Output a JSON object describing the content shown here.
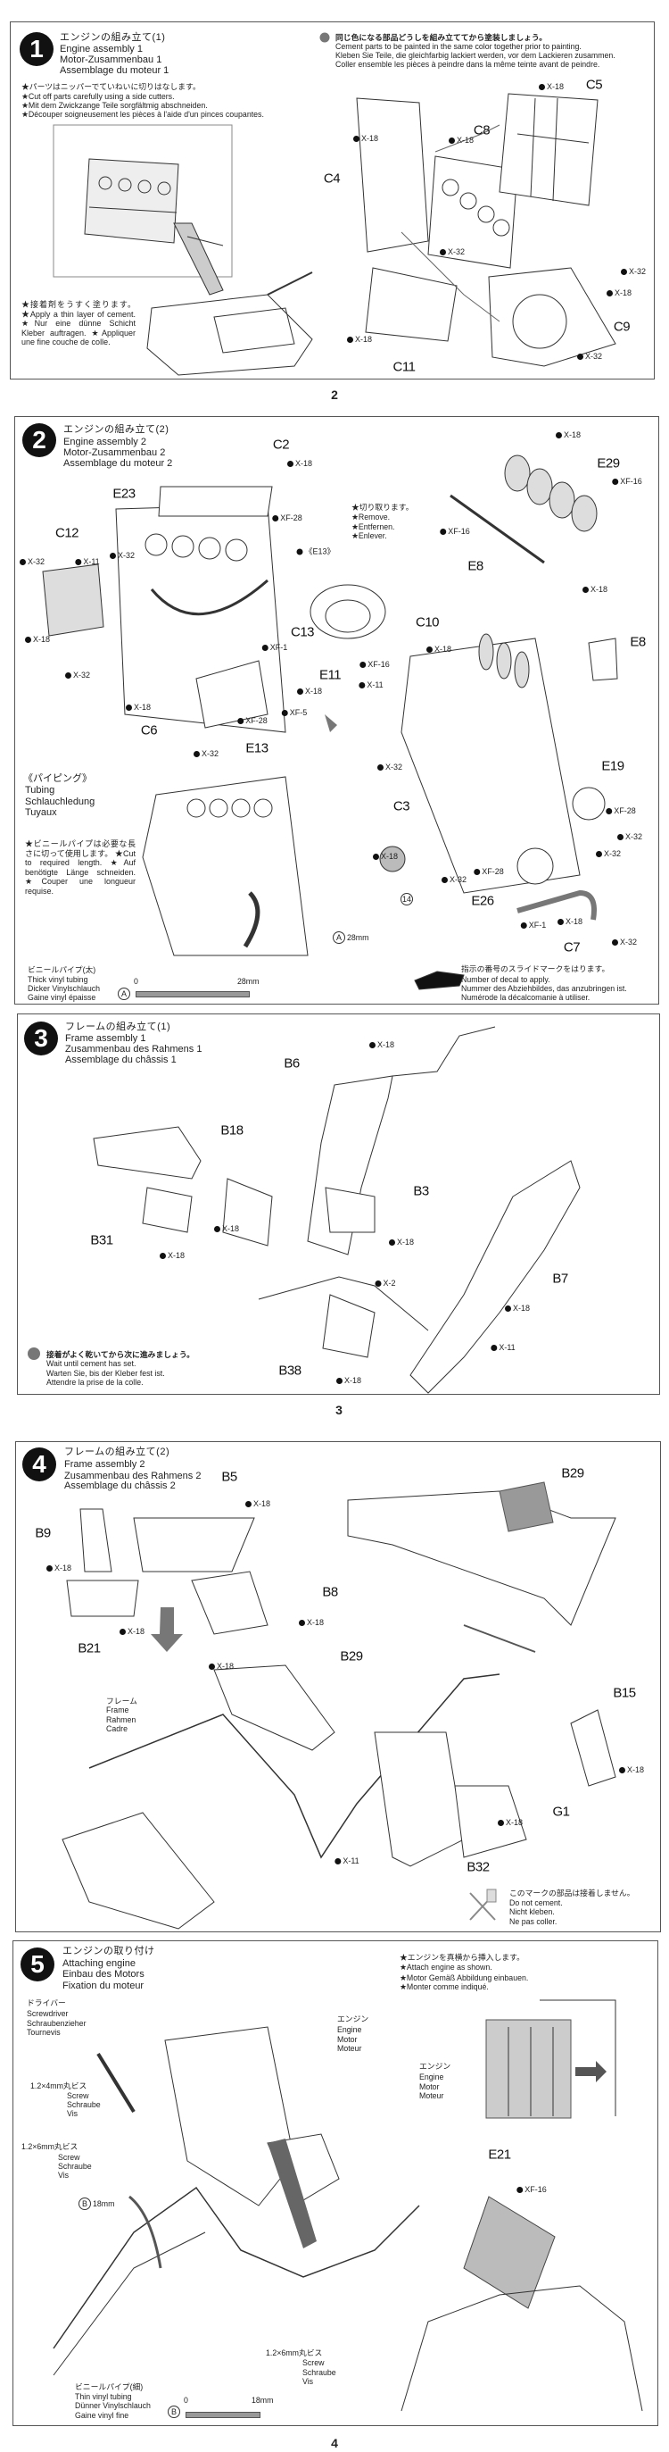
{
  "pages": {
    "p2": "2",
    "p3": "3",
    "p4": "4"
  },
  "steps": [
    {
      "number": "1",
      "title": [
        "エンジンの組み立て(1)",
        "Engine assembly 1",
        "Motor-Zusammenbau 1",
        "Assemblage du moteur 1"
      ],
      "cut_note": [
        "★パーツはニッパーでていねいに切りはなします。",
        "★Cut off parts carefully using a side cutters.",
        "★Mit dem Zwickzange Teile sorgfältmig abschneiden.",
        "★Découper soigneusement les pièces à l'aide d'un pinces coupantes."
      ],
      "paint_note": [
        "同じ色になる部品どうしを組み立ててから塗装しましょう。",
        "Cement parts to be painted in the same color together prior to painting.",
        "Kleben Sie Teile, die gleichfarbig lackiert werden, vor dem Lackieren zusammen.",
        "Coller ensemble les pièces à peindre dans la même teinte avant de peindre."
      ],
      "cement_note": "★接着剤をうすく塗ります。 ★Apply a thin layer of cement. ★Nur eine dünne Schicht Kleber auftragen. ★Appliquer une fine couche de colle.",
      "parts": [
        "X-18",
        "C5",
        "X-18",
        "X-18",
        "C8",
        "C4",
        "X-32",
        "X-32",
        "X-18",
        "C9",
        "X-18",
        "X-32",
        "C11"
      ]
    },
    {
      "number": "2",
      "title": [
        "エンジンの組み立て(2)",
        "Engine assembly 2",
        "Motor-Zusammenbau 2",
        "Assemblage du moteur 2"
      ],
      "remove_note": [
        "★切り取ります。",
        "★Remove.",
        "★Entfernen.",
        "★Enlever."
      ],
      "tubing_heading": [
        "《パイピング》",
        "Tubing",
        "Schlauchledung",
        "Tuyaux"
      ],
      "vinyl_note": "★ビニールパイプは必要な長さに切って使用します。 ★Cut to required length. ★Auf benötigte Länge schneiden. ★Couper une longueur requise.",
      "tube_callout": {
        "letter": "A",
        "length": "28mm"
      },
      "thick_tube": {
        "lines": [
          "ビニールパイプ(太)",
          "Thick vinyl tubing",
          "Dicker Vinylschlauch",
          "Gaine vinyl épaisse"
        ],
        "letter": "A",
        "scale_start": "0",
        "scale_end": "28mm"
      },
      "decal_note": [
        "指示の番号のスライドマークをはります。",
        "Number of decal to apply.",
        "Nummer des Abziehbildes, das anzubringen ist.",
        "Numérode la décalcomanie à utiliser."
      ],
      "decal_number": "14",
      "parts": [
        "C2",
        "X-18",
        "E23",
        "XF-28",
        "C12",
        "X-32",
        "X-11",
        "X-32",
        "X-18",
        "X-32",
        "C13",
        "XF-1",
        "E11",
        "X-18",
        "XF-5",
        "X-18",
        "C6",
        "XF-28",
        "E13",
        "X-32",
        "《E13》",
        "X-18",
        "E29",
        "XF-16",
        "XF-16",
        "E8",
        "X-18",
        "E8",
        "C10",
        "X-18",
        "XF-16",
        "X-11",
        "X-32",
        "E19",
        "XF-28",
        "X-32",
        "X-32",
        "C3",
        "X-18",
        "X-32",
        "XF-28",
        "E26",
        "XF-1",
        "X-18",
        "X-32",
        "C7"
      ]
    },
    {
      "number": "3",
      "title": [
        "フレームの組み立て(1)",
        "Frame assembly 1",
        "Zusammenbau des Rahmens 1",
        "Assemblage du châssis 1"
      ],
      "wait_note": [
        "接着がよく乾いてから次に進みましょう。",
        "Wait until cement has set.",
        "Warten Sie, bis der Kleber fest ist.",
        "Attendre la prise de la colle."
      ],
      "parts": [
        "X-18",
        "B6",
        "B18",
        "B3",
        "X-18",
        "B31",
        "X-18",
        "X-18",
        "X-2",
        "B7",
        "X-18",
        "X-11",
        "B38",
        "X-18"
      ]
    },
    {
      "number": "4",
      "title": [
        "フレームの組み立て(2)",
        "Frame assembly 2",
        "Zusammenbau des Rahmens 2",
        "Assemblage du châssis 2"
      ],
      "frame_label": [
        "フレーム",
        "Frame",
        "Rahmen",
        "Cadre"
      ],
      "no_cement_note": [
        "このマークの部品は接着しません。",
        "Do not cement.",
        "Nicht kleben.",
        "Ne pas coller."
      ],
      "parts": [
        "B5",
        "X-18",
        "B9",
        "X-18",
        "B8",
        "X-18",
        "X-18",
        "B21",
        "B29",
        "B29",
        "X-18",
        "B15",
        "X-18",
        "X-18",
        "G1",
        "X-11",
        "B32"
      ]
    },
    {
      "number": "5",
      "title": [
        "エンジンの取り付け",
        "Attaching engine",
        "Einbau des Motors",
        "Fixation du moteur"
      ],
      "attach_note": [
        "★エンジンを真横から挿入します。",
        "★Attach engine as shown.",
        "★Motor Gemäß Abbildung einbauen.",
        "★Monter comme indiqué."
      ],
      "screwdriver": [
        "ドライバー",
        "Screwdriver",
        "Schraubenzieher",
        "Tournevis"
      ],
      "engine_label": [
        "エンジン",
        "Engine",
        "Motor",
        "Moteur"
      ],
      "screw_4mm": [
        "1.2×4mm丸ビス",
        "Screw",
        "Schraube",
        "Vis"
      ],
      "screw_6mm": [
        "1.2×6mm丸ビス",
        "Screw",
        "Schraube",
        "Vis"
      ],
      "tube_callout": {
        "letter": "B",
        "length": "18mm"
      },
      "thin_tube": {
        "lines": [
          "ビニールパイプ(細)",
          "Thin vinyl tubing",
          "Dünner Vinylschlauch",
          "Gaine vinyl fine"
        ],
        "letter": "B",
        "scale_start": "0",
        "scale_end": "18mm"
      },
      "parts": [
        "E21",
        "XF-16"
      ]
    }
  ],
  "colors": {
    "ink": "#111111",
    "shade": "#999999",
    "border": "#555555"
  }
}
